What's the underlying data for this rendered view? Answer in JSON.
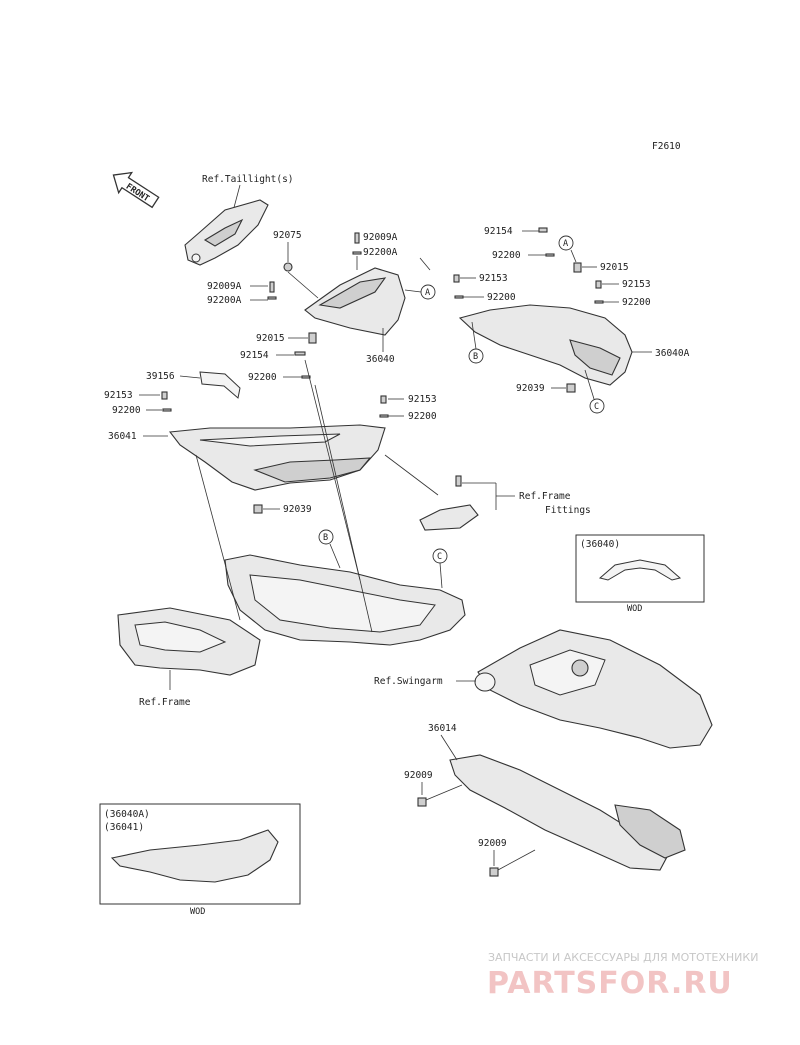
{
  "figure_code": "F2610",
  "front_label": "FRONT",
  "refs": {
    "taillight": "Ref.Taillight(s)",
    "frame_fittings_1": "Ref.Frame",
    "frame_fittings_2": "Fittings",
    "swingarm": "Ref.Swingarm",
    "frame": "Ref.Frame"
  },
  "callouts": {
    "a": "A",
    "b": "B",
    "c": "C"
  },
  "parts": {
    "p92075": "92075",
    "p92009a_1": "92009A",
    "p92200a_1": "92200A",
    "p92009a_2": "92009A",
    "p92200a_2": "92200A",
    "p36040": "36040",
    "p92015_1": "92015",
    "p92154_1": "92154",
    "p92200_1": "92200",
    "p39156": "39156",
    "p92153_1": "92153",
    "p92200_2": "92200",
    "p36041": "36041",
    "p92153_2": "92153",
    "p92200_3": "92200",
    "p92039_1": "92039",
    "p92154_2": "92154",
    "p92200_4": "92200",
    "p92015_2": "92015",
    "p92153_3": "92153",
    "p92200_5": "92200",
    "p92153_4": "92153",
    "p92200_6": "92200",
    "p36040a": "36040A",
    "p92039_2": "92039",
    "p36014": "36014",
    "p92009_1": "92009",
    "p92009_2": "92009"
  },
  "insets": {
    "top": {
      "ref": "(36040)",
      "caption": "WOD"
    },
    "bottom": {
      "ref1": "(36040A)",
      "ref2": "(36041)",
      "caption": "WOD"
    }
  },
  "watermark": {
    "line1": "ЗАПЧАСТИ И АКСЕССУАРЫ ДЛЯ МОТОТЕХНИКИ",
    "line2": "PARTSFOR.RU"
  }
}
